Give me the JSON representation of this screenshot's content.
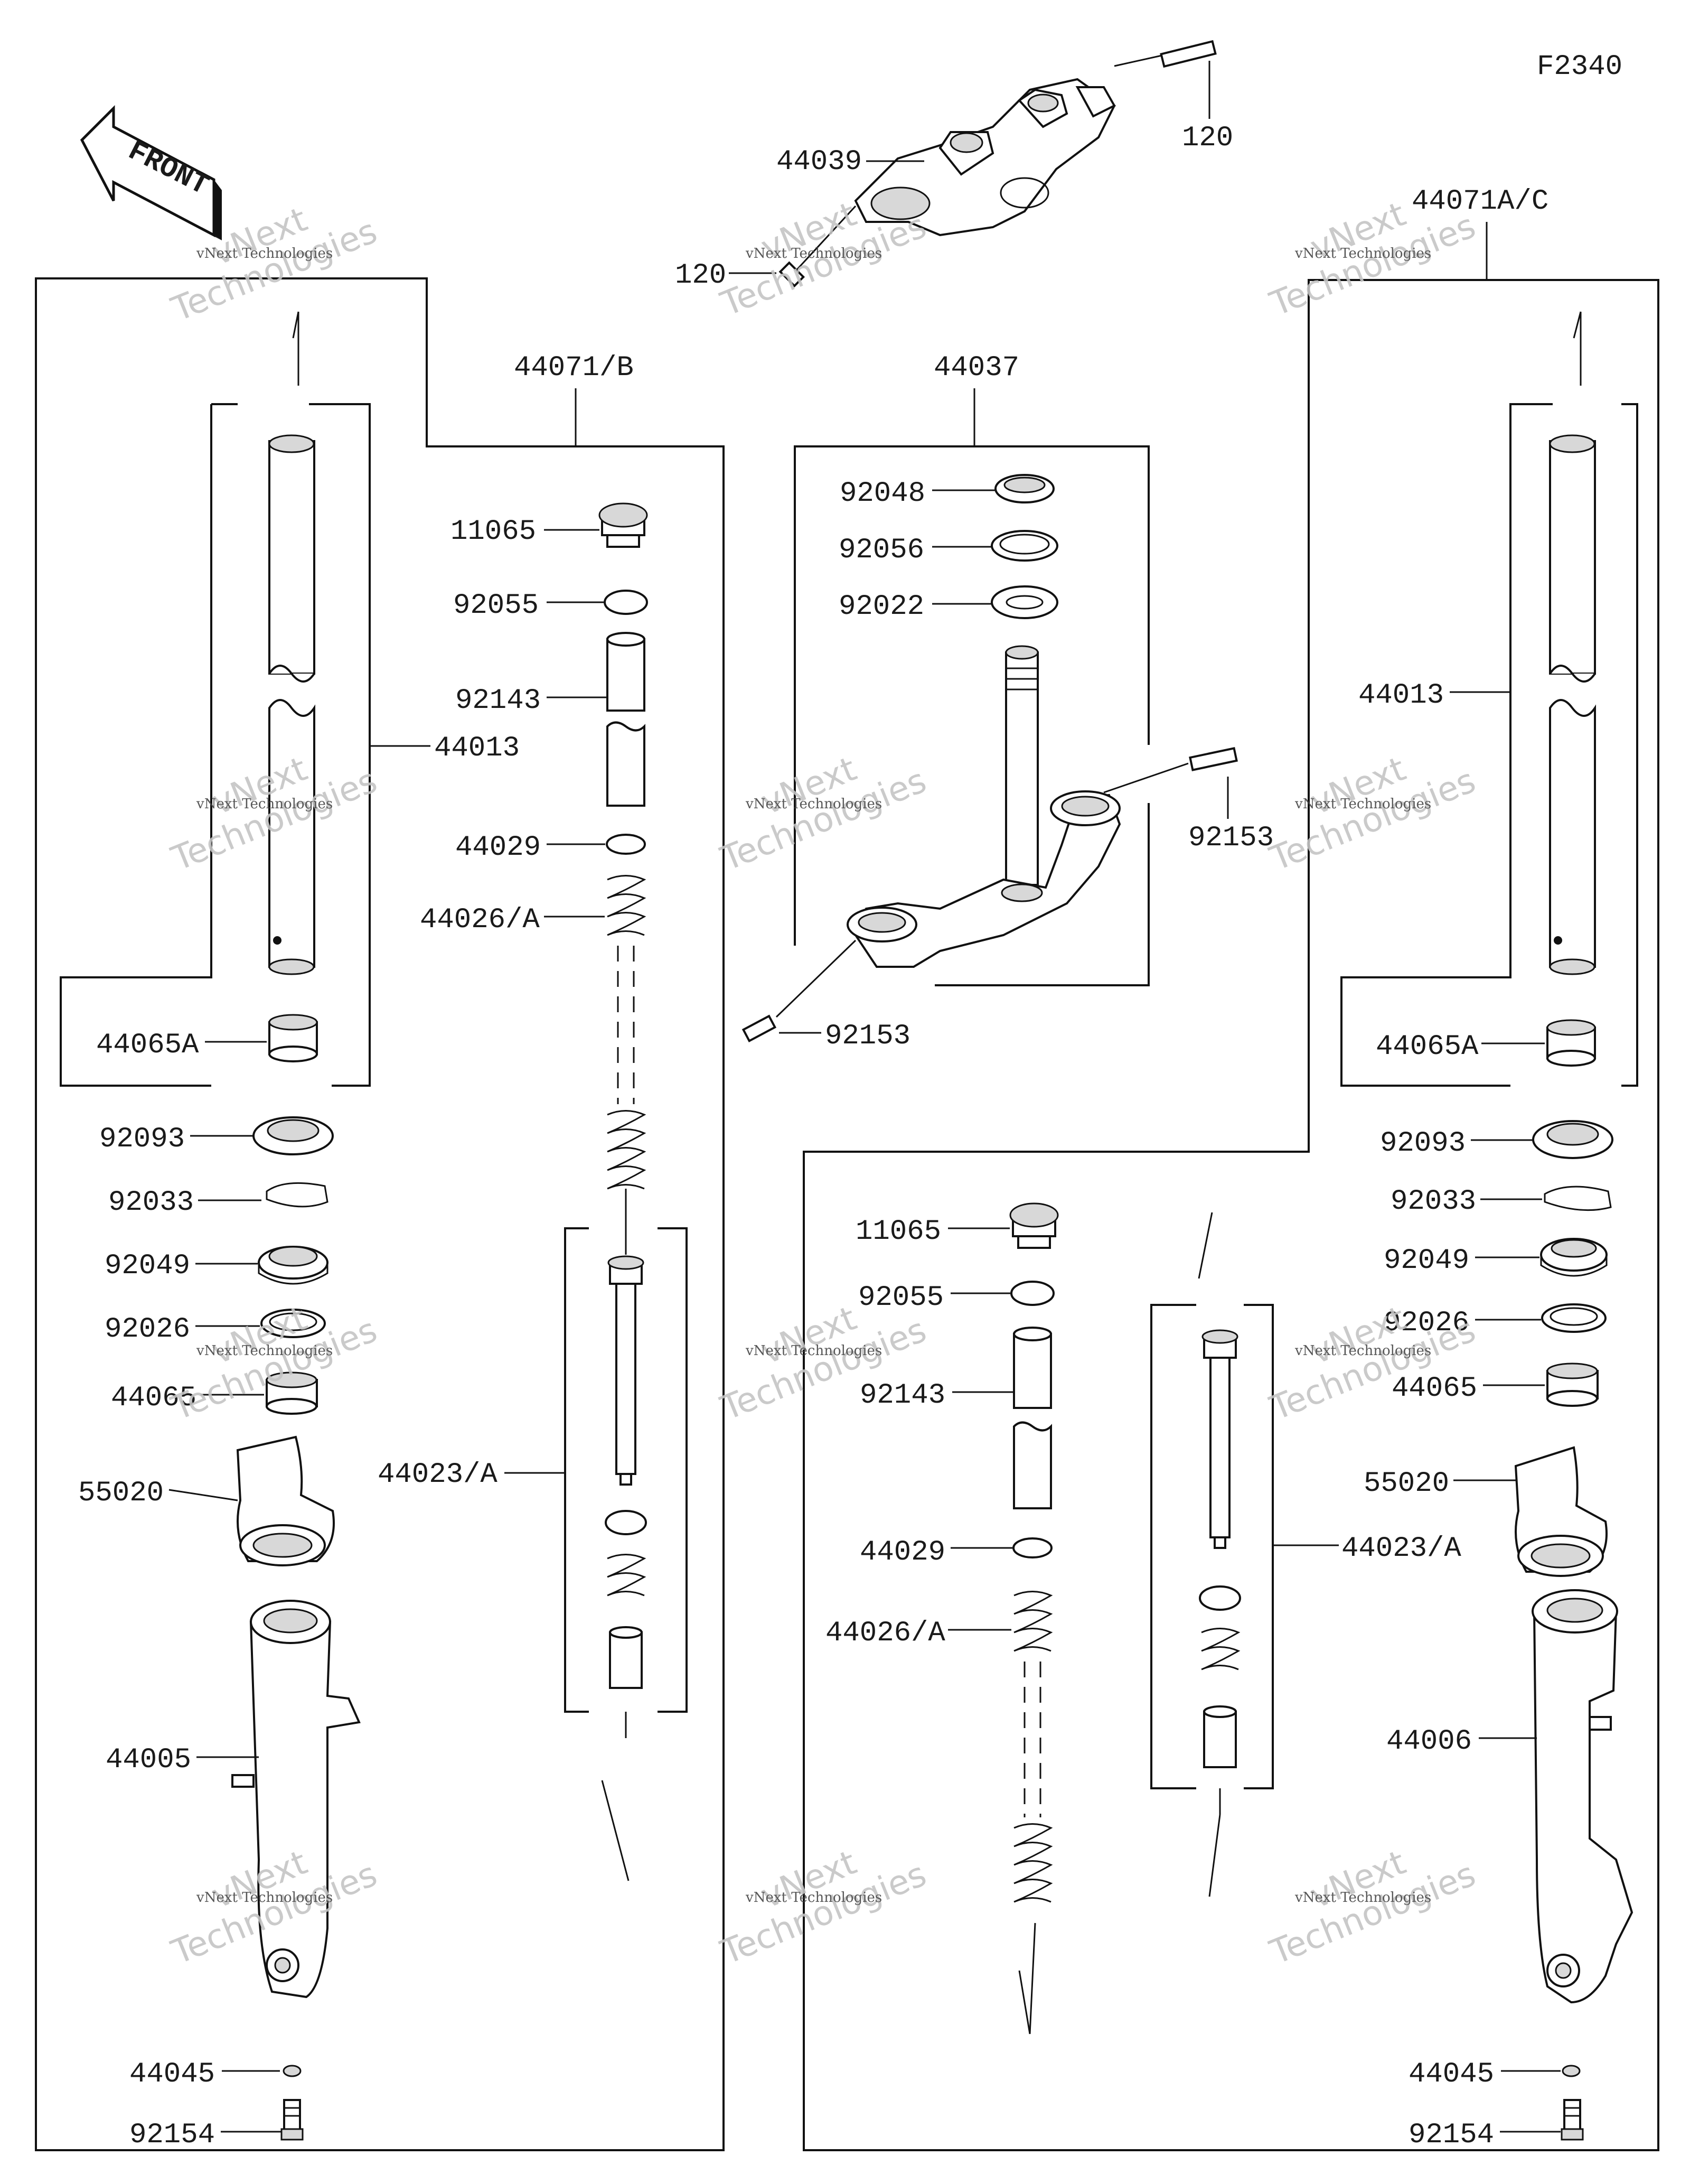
{
  "figure_code": "F2340",
  "front_arrow_label": "FRONT",
  "watermark": {
    "line1": "vNext",
    "line2": "Technologies",
    "small": "vNext Technologies"
  },
  "assemblies": {
    "left_fork": "44071/B",
    "stem": "44037",
    "right_fork": "44071A/C"
  },
  "labels": {
    "upper_clamp": "44039",
    "bolt_120_a": "120",
    "bolt_120_b": "120",
    "l_11065": "11065",
    "l_92055": "92055",
    "l_92143": "92143",
    "l_44013": "44013",
    "l_44029": "44029",
    "l_44026A": "44026/A",
    "l_44065A": "44065A",
    "l_92093": "92093",
    "l_92033": "92033",
    "l_92049": "92049",
    "l_92026": "92026",
    "l_44065": "44065",
    "l_44023A": "44023/A",
    "l_55020": "55020",
    "l_44005": "44005",
    "l_44045": "44045",
    "l_92154": "92154",
    "s_92048": "92048",
    "s_92056": "92056",
    "s_92022": "92022",
    "s_92153_a": "92153",
    "s_92153_b": "92153",
    "r_11065": "11065",
    "r_92055": "92055",
    "r_92143": "92143",
    "r_44029": "44029",
    "r_44026A": "44026/A",
    "r_44023A": "44023/A",
    "r_44013": "44013",
    "r_44065A": "44065A",
    "r_92093": "92093",
    "r_92033": "92033",
    "r_92049": "92049",
    "r_92026": "92026",
    "r_44065": "44065",
    "r_55020": "55020",
    "r_44006": "44006",
    "r_44045": "44045",
    "r_92154": "92154"
  }
}
